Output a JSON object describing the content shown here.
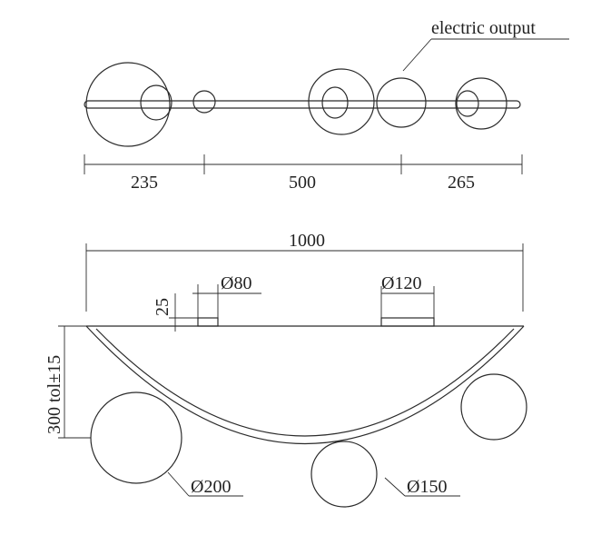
{
  "labels": {
    "electric_output": "electric output",
    "dim_235": "235",
    "dim_500": "500",
    "dim_265": "265",
    "dim_1000": "1000",
    "dim_25": "25",
    "dim_d80": "Ø80",
    "dim_d120": "Ø120",
    "dim_height": "300 tol±15",
    "dim_d200": "Ø200",
    "dim_d150": "Ø150"
  },
  "colors": {
    "line": "#2b2b2b",
    "text": "#222222",
    "background": "#ffffff"
  }
}
